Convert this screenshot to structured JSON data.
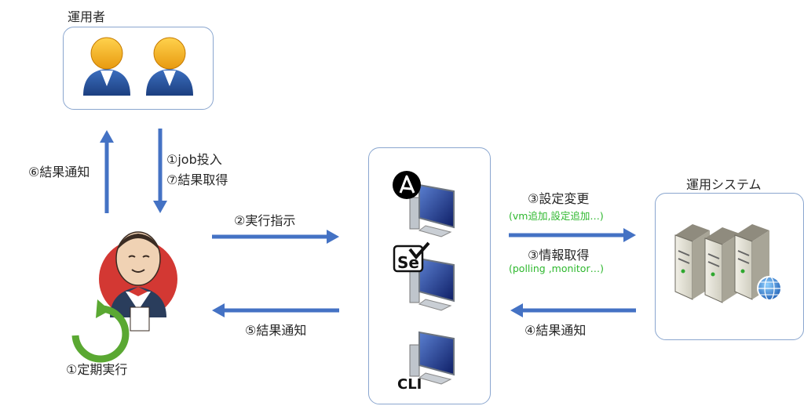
{
  "labels": {
    "operators": "運用者",
    "system": "運用システム",
    "job_submit": "①job投入",
    "result_get_7": "⑦結果取得",
    "notify_6": "⑥結果通知",
    "exec_instruct": "②実行指示",
    "notify_5": "⑤結果通知",
    "config_change": "③設定変更",
    "config_detail": "(vm追加,設定追加…)",
    "info_get": "③情報取得",
    "info_detail": "(polling ,monitor…)",
    "notify_4": "④結果通知",
    "periodic": "①定期実行",
    "cli": "CLI",
    "se_logo": "Se"
  },
  "colors": {
    "arrow": "#4472c4",
    "box_border": "#8aa6cf",
    "sub_text": "#2eb82e",
    "cycle": "#5aa832",
    "jenkins_red": "#d33833"
  },
  "icons": [
    "person-icon",
    "jenkins-butler-icon",
    "monitor-icon",
    "ansible-icon",
    "selenium-icon",
    "server-icon",
    "globe-icon",
    "cycle-arrow-icon"
  ]
}
